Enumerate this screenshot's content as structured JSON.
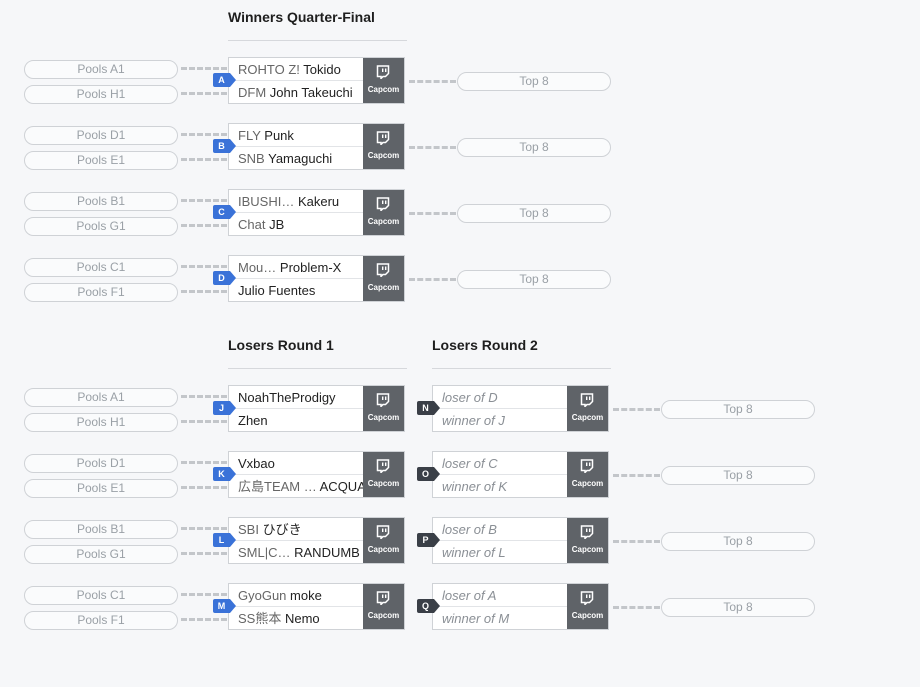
{
  "headers": {
    "winners_qf": "Winners Quarter-Final",
    "losers_r1": "Losers Round 1",
    "losers_r2": "Losers Round 2"
  },
  "stream_label": "Capcom",
  "stream_icon": "twitch-icon",
  "colors": {
    "badge_blue": "#3a72d8",
    "badge_dark": "#3a3f47",
    "stream_bg": "#5f6368"
  },
  "winners_qf": [
    {
      "id": "A",
      "sources": [
        "Pools A1",
        "Pools H1"
      ],
      "next": "Top 8",
      "p1": {
        "prefix": "ROHTO Z!",
        "name": "Tokido"
      },
      "p2": {
        "prefix": "DFM",
        "name": "John Takeuchi"
      }
    },
    {
      "id": "B",
      "sources": [
        "Pools D1",
        "Pools E1"
      ],
      "next": "Top 8",
      "p1": {
        "prefix": "FLY",
        "name": "Punk"
      },
      "p2": {
        "prefix": "SNB",
        "name": "Yamaguchi"
      }
    },
    {
      "id": "C",
      "sources": [
        "Pools B1",
        "Pools G1"
      ],
      "next": "Top 8",
      "p1": {
        "prefix": "IBUSHI…",
        "name": "Kakeru"
      },
      "p2": {
        "prefix": "Chat",
        "name": "JB"
      }
    },
    {
      "id": "D",
      "sources": [
        "Pools C1",
        "Pools F1"
      ],
      "next": "Top 8",
      "p1": {
        "prefix": "Mou…",
        "name": "Problem-X"
      },
      "p2": {
        "prefix": "",
        "name": "Julio Fuentes"
      }
    }
  ],
  "losers_r1": [
    {
      "id": "J",
      "sources": [
        "Pools A1",
        "Pools H1"
      ],
      "p1": {
        "prefix": "",
        "name": "NoahTheProdigy"
      },
      "p2": {
        "prefix": "",
        "name": "Zhen"
      }
    },
    {
      "id": "K",
      "sources": [
        "Pools D1",
        "Pools E1"
      ],
      "p1": {
        "prefix": "",
        "name": "Vxbao"
      },
      "p2": {
        "prefix": "広島TEAM …",
        "name": "ACQUA"
      }
    },
    {
      "id": "L",
      "sources": [
        "Pools B1",
        "Pools G1"
      ],
      "p1": {
        "prefix": "SBI",
        "name": "ひびき"
      },
      "p2": {
        "prefix": "SML|C…",
        "name": "RANDUMB"
      }
    },
    {
      "id": "M",
      "sources": [
        "Pools C1",
        "Pools F1"
      ],
      "p1": {
        "prefix": "GyoGun",
        "name": "moke"
      },
      "p2": {
        "prefix": "SS熊本",
        "name": "Nemo"
      }
    }
  ],
  "losers_r2": [
    {
      "id": "N",
      "next": "Top 8",
      "p1": "loser of D",
      "p2": "winner of J"
    },
    {
      "id": "O",
      "next": "Top 8",
      "p1": "loser of C",
      "p2": "winner of K"
    },
    {
      "id": "P",
      "next": "Top 8",
      "p1": "loser of B",
      "p2": "winner of L"
    },
    {
      "id": "Q",
      "next": "Top 8",
      "p1": "loser of A",
      "p2": "winner of M"
    }
  ]
}
